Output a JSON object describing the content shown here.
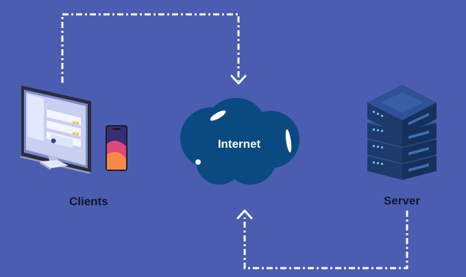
{
  "nodes": {
    "clients": {
      "label": "Clients"
    },
    "internet": {
      "label": "Internet"
    },
    "server": {
      "label": "Server"
    }
  },
  "colors": {
    "background": "#4a5db0",
    "cloud": "#0b4a80",
    "connector": "#ffffff",
    "server_body": "#1e3a6c",
    "server_light": "#5ec4f0",
    "label_dark": "#12162e"
  }
}
